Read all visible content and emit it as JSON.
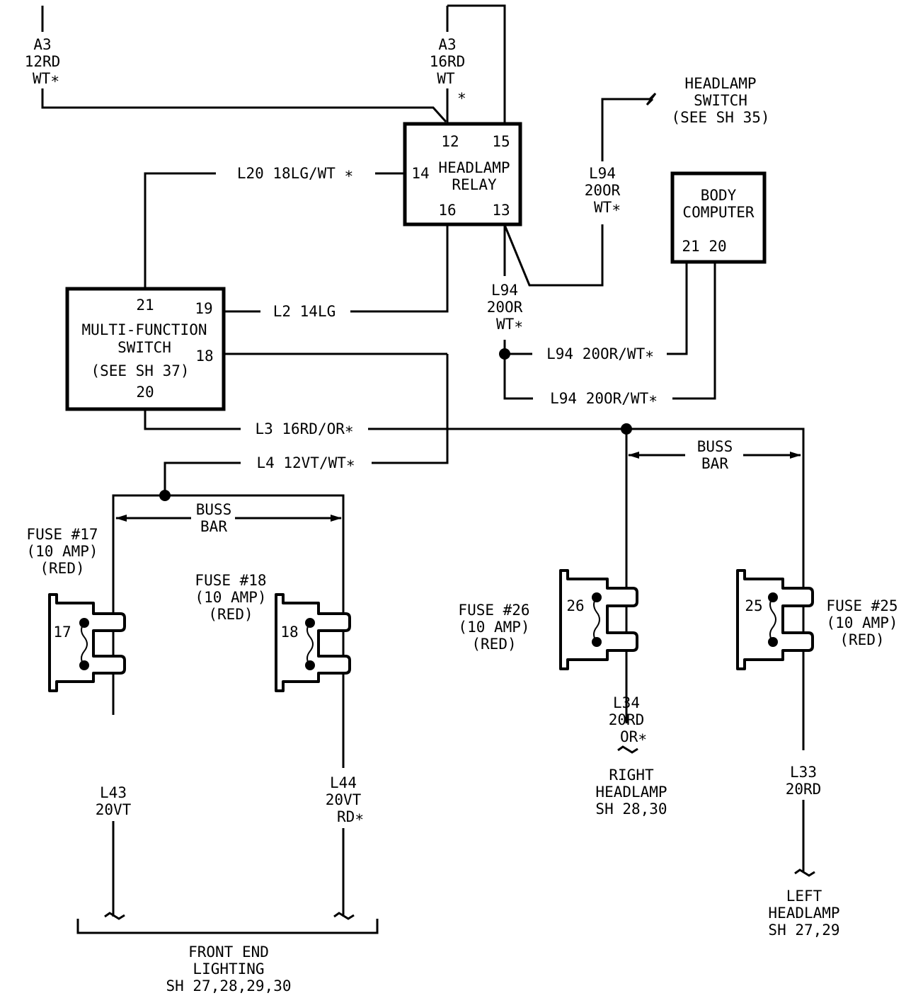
{
  "wires": {
    "a3_left": [
      "A3",
      "12RD",
      "WT∗"
    ],
    "a3_relay": [
      "A3",
      "16RD",
      "WT"
    ],
    "a3_relay_star": "∗",
    "l20": "L20 18LG/WT ∗",
    "l2": "L2 14LG",
    "l94_upper": [
      "L94",
      "20OR",
      "WT∗"
    ],
    "l94_lower": [
      "L94",
      "20OR",
      "WT∗"
    ],
    "l94_to_bc21": "L94 20OR/WT∗",
    "l94_to_bc20": "L94 20OR/WT∗",
    "l3": "L3 16RD/OR∗",
    "l4": "L4 12VT/WT∗",
    "l43": [
      "L43",
      "20VT"
    ],
    "l44": [
      "L44",
      "20VT",
      "RD∗"
    ],
    "l34": [
      "L34",
      "20RD",
      "OR∗"
    ],
    "l33": [
      "L33",
      "20RD"
    ]
  },
  "components": {
    "headlamp_relay": {
      "title": [
        "HEADLAMP",
        "RELAY"
      ],
      "pins": [
        "12",
        "15",
        "14",
        "16",
        "13"
      ]
    },
    "body_computer": {
      "title": [
        "BODY",
        "COMPUTER"
      ],
      "pins": "21 20"
    },
    "multifunction_switch": {
      "title": [
        "MULTI-FUNCTION",
        "SWITCH",
        "(SEE SH 37)"
      ],
      "pins": [
        "21",
        "19",
        "18",
        "20"
      ]
    },
    "headlamp_switch": [
      "HEADLAMP",
      "SWITCH",
      "(SEE SH 35)"
    ]
  },
  "buss_bar": [
    "BUSS",
    "BAR"
  ],
  "fuses": {
    "f17": {
      "label": [
        "FUSE #17",
        "(10 AMP)",
        "(RED)"
      ],
      "num": "17"
    },
    "f18": {
      "label": [
        "FUSE #18",
        "(10 AMP)",
        "(RED)"
      ],
      "num": "18"
    },
    "f26": {
      "label": [
        "FUSE #26",
        "(10 AMP)",
        "(RED)"
      ],
      "num": "26"
    },
    "f25": {
      "label": [
        "FUSE #25",
        "(10 AMP)",
        "(RED)"
      ],
      "num": "25"
    }
  },
  "destinations": {
    "front_end": [
      "FRONT END",
      "LIGHTING",
      "SH 27,28,29,30"
    ],
    "right_headlamp": [
      "RIGHT",
      "HEADLAMP",
      "SH 28,30"
    ],
    "left_headlamp": [
      "LEFT",
      "HEADLAMP",
      "SH 27,29"
    ]
  }
}
